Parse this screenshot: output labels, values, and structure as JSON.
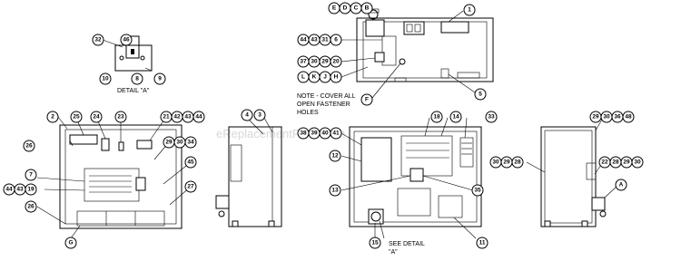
{
  "watermark": "eReplacementParts.com",
  "detail_a_title": "DETAIL \"A\"",
  "note_lines": [
    "NOTE - COVER ALL",
    "OPEN FASTENER",
    "HOLES"
  ],
  "see_detail_lines": [
    "SEE DETAIL",
    "\"A\""
  ],
  "callouts": {
    "E": "E",
    "D": "D",
    "C": "C",
    "B": "B",
    "1": "1",
    "44a": "44",
    "43a": "43",
    "31a": "31",
    "6": "6",
    "37": "37",
    "30a": "30",
    "29a": "29",
    "20": "20",
    "L": "L",
    "K": "K",
    "J": "J",
    "H": "H",
    "F": "F",
    "5": "5",
    "32": "32",
    "46": "46",
    "10": "10",
    "8": "8",
    "9": "9",
    "2": "2",
    "25": "25",
    "24": "24",
    "23": "23",
    "21": "21",
    "42": "42",
    "43b": "43",
    "44b": "44",
    "26a": "26",
    "29b": "29",
    "30b": "30",
    "34": "34",
    "45": "45",
    "7": "7",
    "44c": "44",
    "43c": "43",
    "19": "19",
    "27": "27",
    "26b": "26",
    "G": "G",
    "4": "4",
    "3": "3",
    "38": "38",
    "39": "39",
    "40": "40",
    "41": "41",
    "18": "18",
    "14": "14",
    "33": "33",
    "12": "12",
    "13": "13",
    "35": "35",
    "15": "15",
    "11": "11",
    "29c": "29",
    "30c": "30",
    "36": "36",
    "48": "48",
    "30d": "30",
    "29d": "29",
    "28a": "28",
    "22": "22",
    "28b": "28",
    "29e": "29",
    "30e": "30",
    "A": "A"
  }
}
